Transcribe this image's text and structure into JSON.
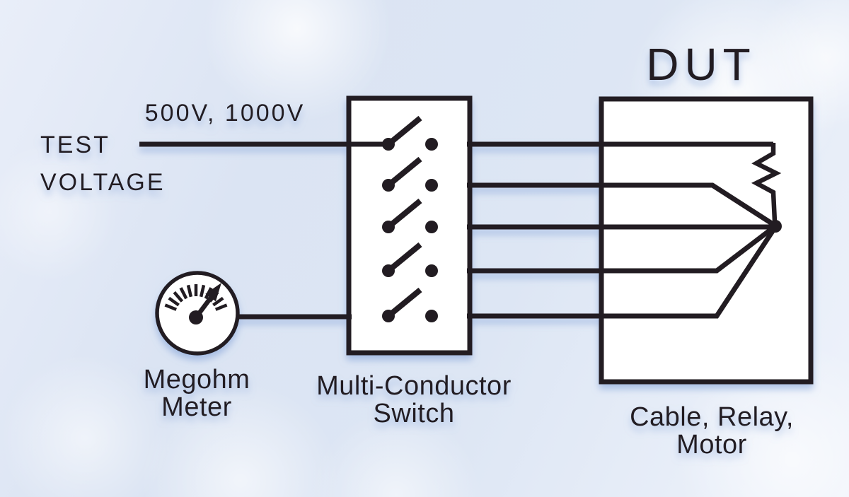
{
  "title": "DUT",
  "labels": {
    "test_voltage": {
      "line1": "TEST",
      "line2": "VOLTAGE"
    },
    "voltage_values": "500V, 1000V",
    "switch_caption": {
      "line1": "Multi-Conductor",
      "line2": "Switch"
    },
    "meter_caption": {
      "line1": "Megohm",
      "line2": "Meter"
    },
    "dut_caption": {
      "line1": "Cable, Relay,",
      "line2": "Motor"
    }
  },
  "switch": {
    "conductor_count": 5
  },
  "colors": {
    "stroke": "#231f20",
    "box_fill": "#ffffff",
    "background": "#dde6f4",
    "shadow": "#7b9cd6"
  }
}
